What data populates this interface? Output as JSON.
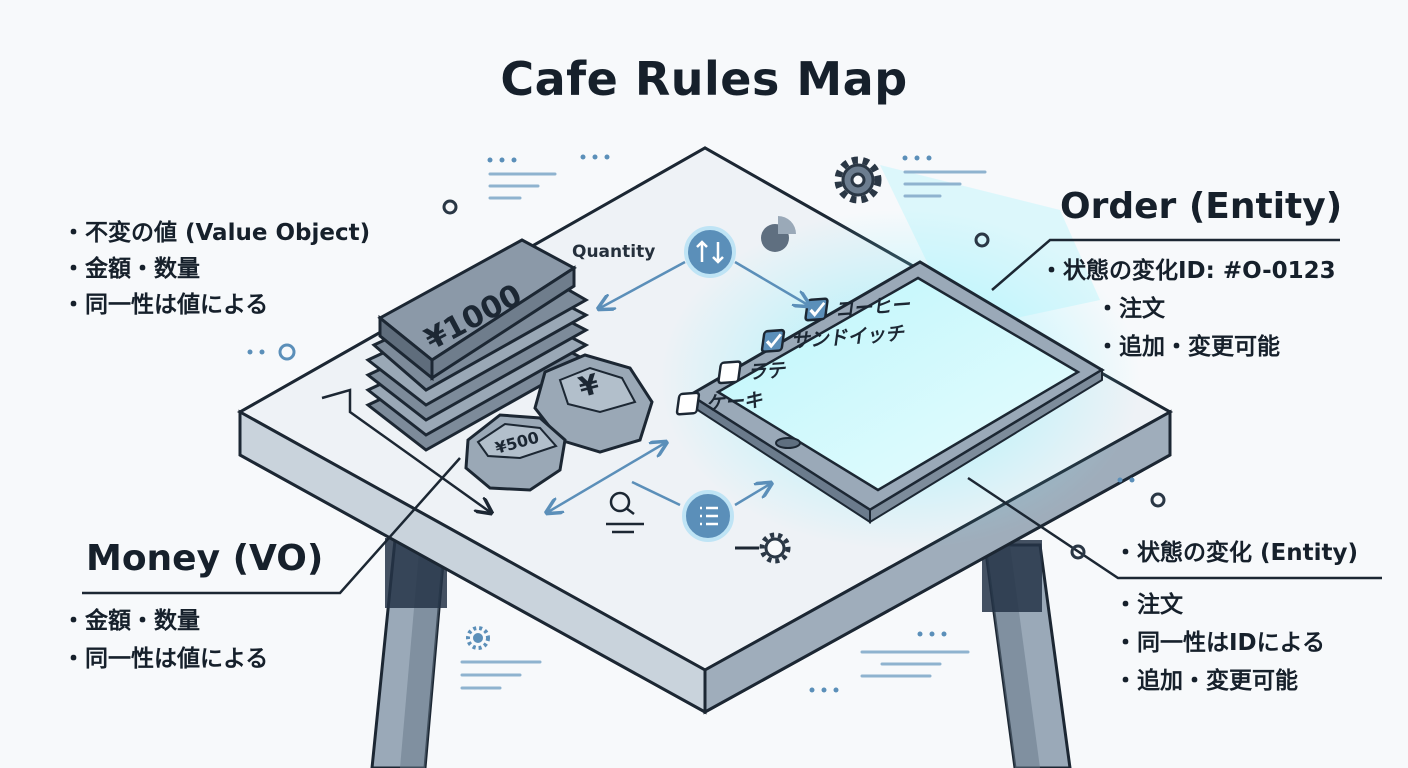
{
  "title": "Cafe Rules Map",
  "value_object_notes": {
    "items": [
      "不変の値 (Value Object)",
      "金額・数量",
      "同一性は値による"
    ]
  },
  "money": {
    "heading": "Money (VO)",
    "items": [
      "金額・数量",
      "同一性は値による"
    ]
  },
  "order": {
    "heading": "Order (Entity)",
    "items": [
      "状態の変化ID: #O-0123",
      "注文",
      "追加・変更可能"
    ]
  },
  "state_change": {
    "items": [
      "状態の変化 (Entity)",
      "注文",
      "同一性はIDによる",
      "追加・変更可能"
    ]
  },
  "quantity_label": "Quantity",
  "banknote_label": "¥1000",
  "coin_labels": [
    "¥",
    "¥500"
  ],
  "menu_items": [
    {
      "label": "コーヒー",
      "checked": true
    },
    {
      "label": "サンドイッチ",
      "checked": true
    },
    {
      "label": "ラテ",
      "checked": false
    },
    {
      "label": "ケーキ",
      "checked": false
    }
  ],
  "colors": {
    "ink": "#16202b",
    "accent": "#5b8fb9",
    "glow": "#6fe3f0",
    "table_top": "#eef2f6",
    "table_edge": "#b3bfcb",
    "leg": "#8c9cad"
  },
  "icons": [
    "gear-icon",
    "pie-chart-icon",
    "swap-arrows-icon",
    "list-icon",
    "magnifier-icon"
  ]
}
